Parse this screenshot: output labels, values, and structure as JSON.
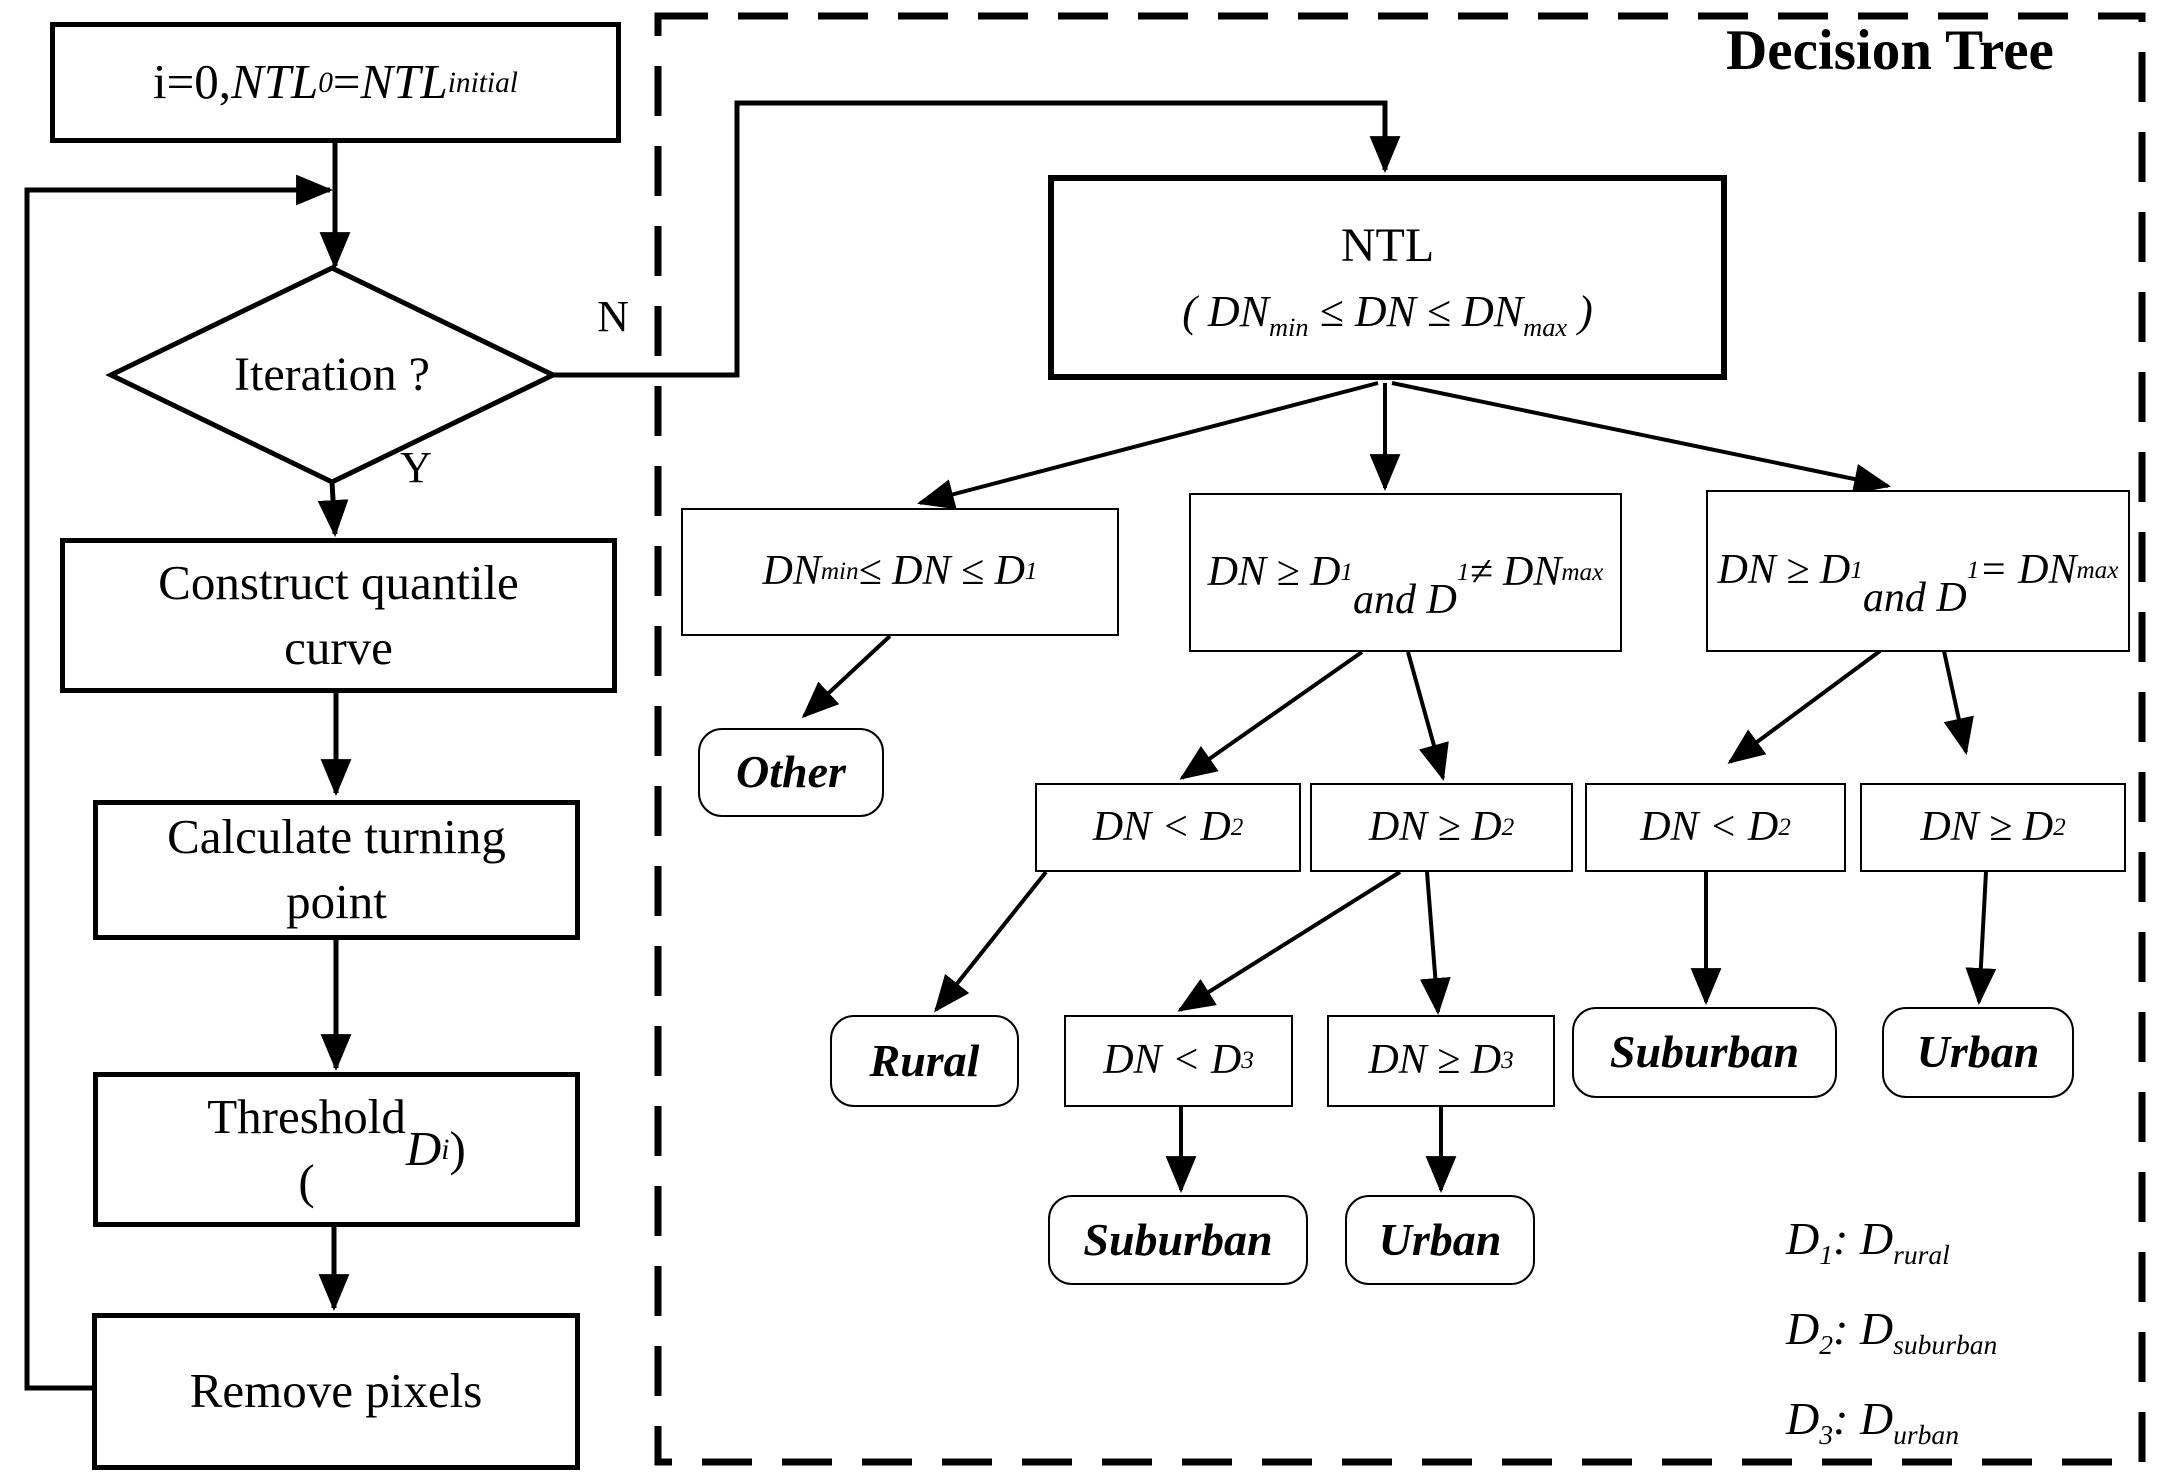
{
  "flowchart": {
    "start_label": "i=0, *NTL*_{0} = *NTL*_{initial}",
    "decision_label": "Iteration ?",
    "no_label": "N",
    "yes_label": "Y",
    "construct_label": "Construct quantile curve",
    "calculate_label": "Calculate turning point",
    "threshold_label": "Threshold\n(*D*_{i})",
    "remove_label": "Remove pixels"
  },
  "tree": {
    "title": "Decision Tree",
    "root_line1": "NTL",
    "root_line2": "( DN_{min} ≤ DN ≤ DN_{max} )",
    "cond_left": "DN_{min} ≤ DN ≤ D_{1}",
    "cond_mid": "DN ≥ D_{1}\nand D_{1} ≠ DN_{max}",
    "cond_right": "DN ≥ D_{1}\nand D_{1} = DN_{max}",
    "mid_lt_d2": "DN < D_{2}",
    "mid_ge_d2": "DN ≥ D_{2}",
    "right_lt_d2": "DN < D_{2}",
    "right_ge_d2": "DN ≥ D_{2}",
    "lt_d3": "DN < D_{3}",
    "ge_d3": "DN ≥ D_{3}",
    "leaf_other": "Other",
    "leaf_rural": "Rural",
    "leaf_suburban_mid": "Suburban",
    "leaf_urban_mid": "Urban",
    "leaf_suburban_right": "Suburban",
    "leaf_urban_right": "Urban",
    "legend_d1": "D_{1}: D_{rural}",
    "legend_d2": "D_{2}: D_{suburban}",
    "legend_d3": "D_{3}: D_{urban}"
  }
}
